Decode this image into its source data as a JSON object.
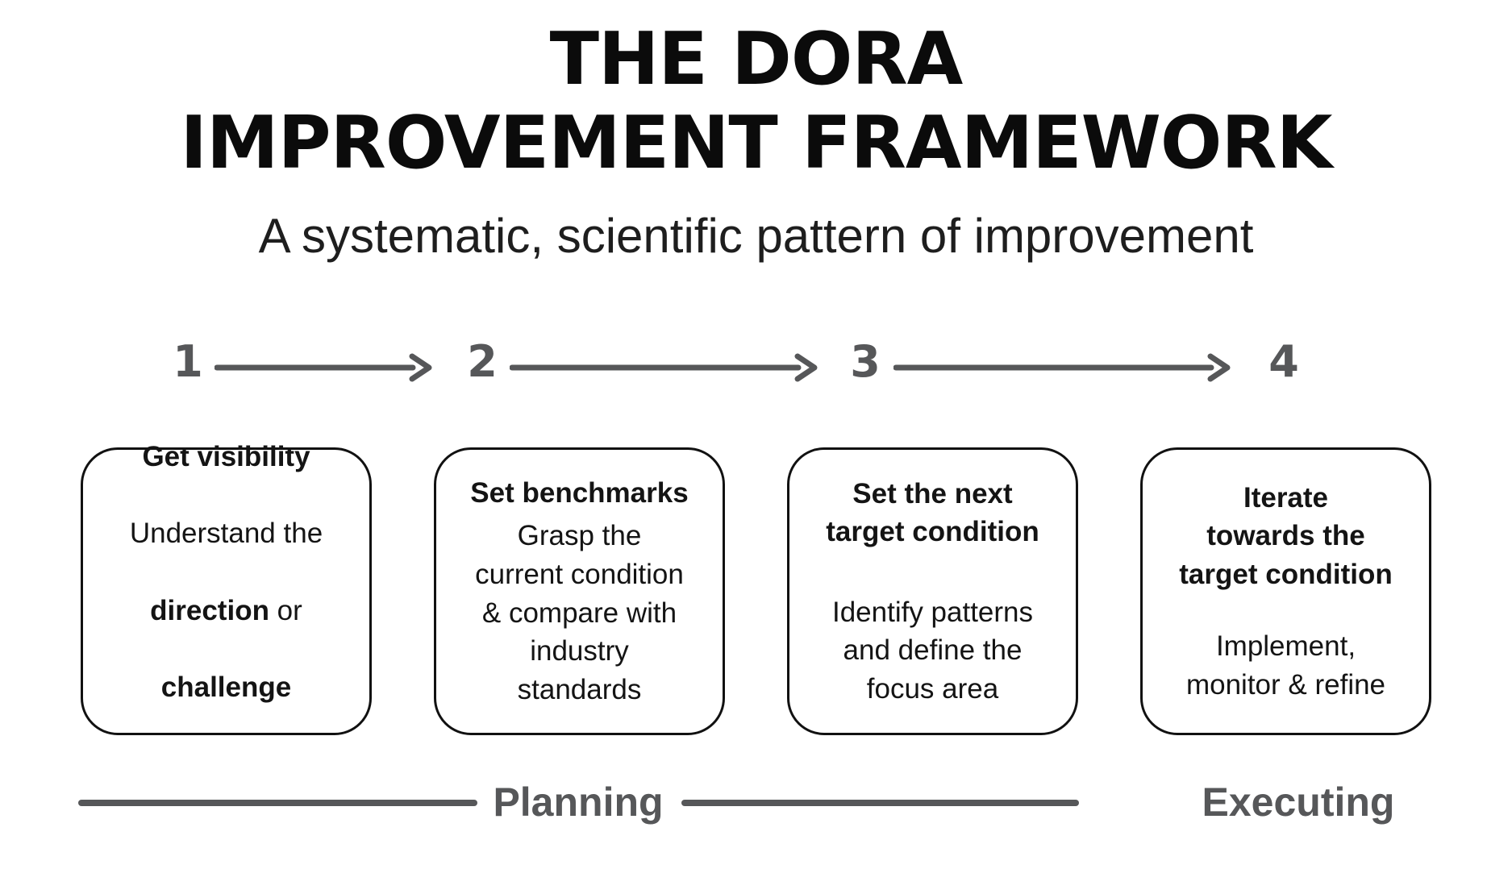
{
  "header": {
    "title_line1": "THE DORA",
    "title_line2": "IMPROVEMENT FRAMEWORK",
    "subtitle": "A systematic, scientific pattern of improvement"
  },
  "steps": [
    {
      "number": "1",
      "title": "Get visibility",
      "body_line1": "Understand the",
      "body_line2_bold": "direction",
      "body_line2_rest": " or",
      "body_line3_bold": "challenge"
    },
    {
      "number": "2",
      "title": "Set benchmarks",
      "body": "Grasp the\ncurrent condition\n& compare with\nindustry\nstandards"
    },
    {
      "number": "3",
      "title": "Set the next\ntarget condition",
      "body": "Identify patterns\nand define the\nfocus area"
    },
    {
      "number": "4",
      "title": "Iterate\ntowards the\ntarget condition",
      "body": "Implement,\nmonitor & refine"
    }
  ],
  "phases": {
    "planning_label": "Planning",
    "executing_label": "Executing"
  },
  "colors": {
    "gray_accent": "#565759",
    "text_black": "#141414",
    "border_black": "#111111",
    "background": "#ffffff"
  }
}
